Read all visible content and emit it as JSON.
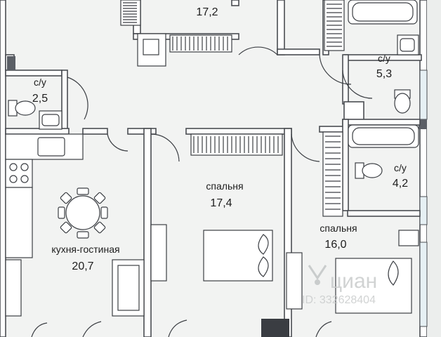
{
  "rooms": {
    "room_top": {
      "area": "17,2"
    },
    "bath_large": {
      "label": "с/у",
      "area": "5,3"
    },
    "bath_left": {
      "label": "с/у",
      "area": "2,5"
    },
    "bath_small": {
      "label": "с/у",
      "area": "4,2"
    },
    "bedroom_center": {
      "label": "спальня",
      "area": "17,4"
    },
    "bedroom_right": {
      "label": "спальня",
      "area": "16,0"
    },
    "kitchen_living": {
      "label": "кухня-гостиная",
      "area": "20,7"
    }
  },
  "watermark": {
    "brand": "циан",
    "id_text": "ID: 332628404"
  },
  "colors": {
    "background": "#f2f3f2",
    "walls": "#4a4d52",
    "watermark": "#c9cccc"
  }
}
